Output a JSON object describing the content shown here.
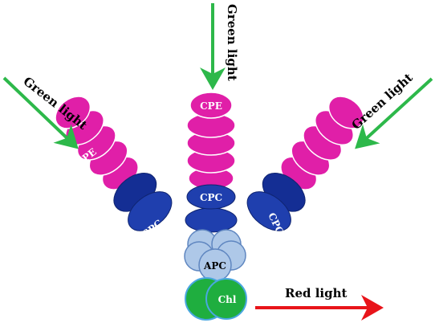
{
  "colors": {
    "cpe": "#e01fa8",
    "cpe_stroke": "#ffffff",
    "cpc": "#1f3fae",
    "cpc_dark": "#142e94",
    "apc": "#aec8e8",
    "apc_stroke": "#5f86c0",
    "chl": "#1fae3f",
    "chl_stroke": "#4aa7e0",
    "green_arrow": "#2db84a",
    "red_arrow": "#e8141a",
    "label_light": "#ffffff",
    "label_dark": "#000000"
  },
  "labels": {
    "cpe": "CPE",
    "cpc": "CPC",
    "apc": "APC",
    "chl": "Chl",
    "green_light": "Green light",
    "red_light": "Red light"
  }
}
